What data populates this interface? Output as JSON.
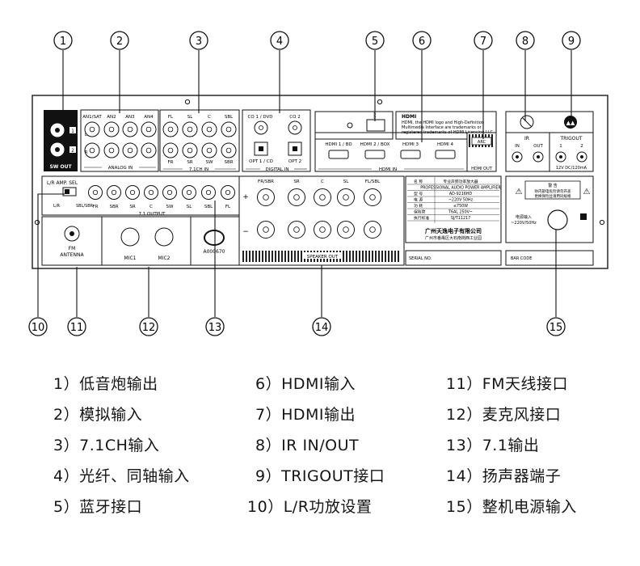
{
  "callouts": [
    {
      "num": "1",
      "label": "低音炮输出"
    },
    {
      "num": "2",
      "label": "模拟输入"
    },
    {
      "num": "3",
      "label": "7.1CH输入"
    },
    {
      "num": "4",
      "label": "光纤、同轴输入"
    },
    {
      "num": "5",
      "label": "蓝牙接口"
    },
    {
      "num": "6",
      "label": "HDMI输入"
    },
    {
      "num": "7",
      "label": "HDMI输出"
    },
    {
      "num": "8",
      "label": "IR IN/OUT"
    },
    {
      "num": "9",
      "label": "TRIGOUT接口"
    },
    {
      "num": "10",
      "label": "L/R功放设置"
    },
    {
      "num": "11",
      "label": "FM天线接口"
    },
    {
      "num": "12",
      "label": "麦克风接口"
    },
    {
      "num": "13",
      "label": "7.1输出"
    },
    {
      "num": "14",
      "label": "扬声器端子"
    },
    {
      "num": "15",
      "label": "整机电源输入"
    }
  ],
  "panel": {
    "sw_out": "SW OUT",
    "analog_in": "ANALOG IN",
    "analog_labels": [
      "AN1/SAT",
      "AN2",
      "AN3",
      "AN4"
    ],
    "ch71_in": "7.1CH IN",
    "ch71_top": [
      "FL",
      "SL",
      "C",
      "SBL"
    ],
    "ch71_bottom": [
      "FR",
      "SR",
      "SW",
      "SBR"
    ],
    "digital_in": "DIGITAL IN",
    "coax_labels": [
      "CO 1 / DVD",
      "CO 2"
    ],
    "opt_labels": [
      "OPT 1 / CD",
      "OPT 2"
    ],
    "hdmi_in": "HDMI IN",
    "hdmi_labels": [
      "HDMI 1 / BD",
      "HDMI 2 / BOX",
      "HDMI 3",
      "HDMI 4"
    ],
    "hdmi_logo": "HDMI",
    "hdmi_notice": [
      "HDMI, the HDMI logo and High-Definition",
      "Multimedia Interface are trademarks or",
      "registered trademarks of HDMI Licensing LLC"
    ],
    "arc": "ARC",
    "hdmi_out": "HDMI OUT",
    "ir": "IR",
    "ir_in": "IN",
    "ir_out": "OUT",
    "trigout": "TRIGOUT",
    "trig_nums": [
      "1",
      "2"
    ],
    "trig_spec": "12V DC/120mA",
    "lr_amp_sel": "L/R AMP. SEL",
    "lr_labels": [
      "L/R",
      "SBL/SBR"
    ],
    "out71_labels": [
      "FR",
      "SBR",
      "SR",
      "C",
      "SW",
      "SL",
      "SBL",
      "FL"
    ],
    "out71": "7.1 OUTPUT",
    "fm_antenna": [
      "FM",
      "ANTENNA"
    ],
    "mic_labels": [
      "MIC1",
      "MIC2"
    ],
    "code": "A000670",
    "speaker_top": [
      "FR/SBR",
      "SR",
      "C",
      "SL",
      "FL/SBL"
    ],
    "speaker_out": "SPEAKER OUT",
    "plus": "+",
    "minus": "−",
    "spec_rows": [
      {
        "k": "名  称",
        "v": "专业声频功率放大器"
      },
      {
        "k": "",
        "v": "PROFESSIONAL AUDIO POWER AMPLIFIER"
      },
      {
        "k": "型  号",
        "v": "AD-9216HD"
      },
      {
        "k": "电  源",
        "v": "~220V  50Hz"
      },
      {
        "k": "功  耗",
        "v": "≤750W"
      },
      {
        "k": "保险管",
        "v": "T6AL  250V~"
      },
      {
        "k": "执行标准",
        "v": "SJ/T11217"
      }
    ],
    "company": "广州天逸电子有限公司",
    "address": "广州市番禺区大石南岗西工业园",
    "serial": "SERIAL NO.",
    "bar_code": "BAR CODE",
    "warning_title": "警 告",
    "warning_text": [
      "防内部电危险请勿开盖",
      "更换保险丝请用同规格"
    ],
    "power_in": [
      "电源输入",
      "~220V/50Hz"
    ]
  },
  "colors": {
    "line": "#1a1a1a",
    "panel": "#ffffff",
    "dark": "#111111"
  }
}
